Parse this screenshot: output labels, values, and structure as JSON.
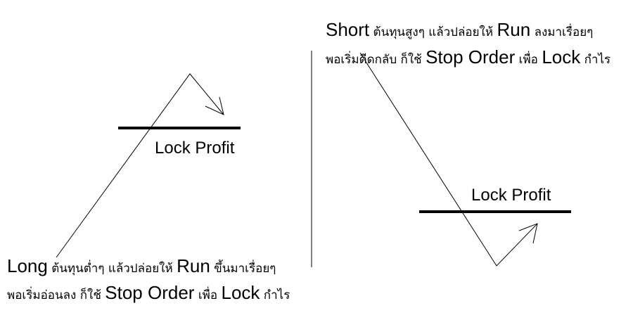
{
  "left": {
    "label": "Lock Profit",
    "line1": [
      {
        "t": "Long",
        "big": true
      },
      {
        "t": " ต้นทุนต่ำๆ แล้วปล่อยให้ ",
        "big": false
      },
      {
        "t": "Run",
        "big": true
      },
      {
        "t": " ขึ้นมาเรื่อยๆ",
        "big": false
      }
    ],
    "line2": [
      {
        "t": "พอเริ่มอ่อนลง ก็ใช้ ",
        "big": false
      },
      {
        "t": "Stop Order",
        "big": true
      },
      {
        "t": " เพื่อ ",
        "big": false
      },
      {
        "t": "Lock",
        "big": true
      },
      {
        "t": " กำไร",
        "big": false
      }
    ]
  },
  "right": {
    "label": "Lock Profit",
    "line1": [
      {
        "t": "Short",
        "big": true
      },
      {
        "t": " ต้นทุนสูงๆ แล้วปล่อยให้ ",
        "big": false
      },
      {
        "t": "Run",
        "big": true
      },
      {
        "t": " ลงมาเรื่อยๆ",
        "big": false
      }
    ],
    "line2": [
      {
        "t": "พอเริ่มดีดกลับ ก็ใช้ ",
        "big": false
      },
      {
        "t": "Stop Order",
        "big": true
      },
      {
        "t": " เพื่อ ",
        "big": false
      },
      {
        "t": "Lock",
        "big": true
      },
      {
        "t": " กำไร",
        "big": false
      }
    ]
  }
}
